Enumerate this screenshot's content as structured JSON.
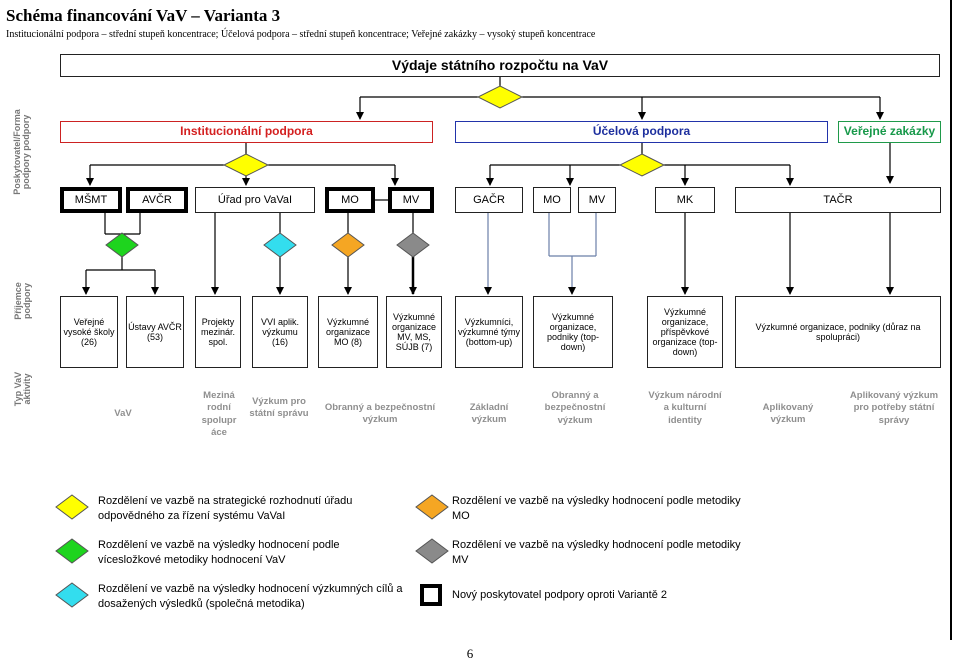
{
  "title": "Schéma financování VaV – Varianta 3",
  "subtitle": "Institucionální podpora – střední stupeň koncentrace; Účelová podpora – střední stupeň koncentrace; Veřejné zakázky – vysoký stupeň koncentrace",
  "colors": {
    "yellow": "#ffff00",
    "green": "#1ed41e",
    "cyan": "#33ddee",
    "orange": "#f5a623",
    "gray": "#8a8a8a",
    "red": "#d42020",
    "blue": "#1d2f9e",
    "teal": "#17994a"
  },
  "side_labels": {
    "row1": "Poskytovatel/Forma podpory podpory",
    "row2": "Příjemce podpory",
    "row3": "Typ VaV aktivity"
  },
  "top_box": "Výdaje státního rozpočtu na VaV",
  "categories": {
    "institutional": "Institucionální podpora",
    "targeted": "Účelová podpora",
    "contracts": "Veřejné zakázky"
  },
  "providers": {
    "msmt": "MŠMT",
    "avcr": "AVČR",
    "urad": "Úřad pro VaVaI",
    "mo1": "MO",
    "mv1": "MV",
    "gacr": "GAČR",
    "mo2": "MO",
    "mv2": "MV",
    "mk": "MK",
    "tacr": "TAČR"
  },
  "recipients": {
    "vs": "Veřejné vysoké školy (26)",
    "ustavy": "Ústavy AVČR (53)",
    "projekty": "Projekty mezinár. spol.",
    "vvi": "VVI aplik. výzkumu (16)",
    "vo_mo": "Výzkumné organizace MO (8)",
    "vo_mv": "Výzkumné organizace MV, MS, SÚJB (7)",
    "tymy": "Výzkumníci, výzkumné týmy (bottom-up)",
    "vo_podniky": "Výzkumné organizace, podniky (top-down)",
    "vo_prisp": "Výzkumné organizace, příspěvkové organizace (top-down)",
    "tacr_rec": "Výzkumné organizace, podniky (důraz na spolupráci)"
  },
  "activities": {
    "vav": "VaV",
    "mezinarodni": "Meziná rodní spolupr áce",
    "vyzkum_statni": "Výzkum pro státní správu",
    "obranny1": "Obranný a bezpečnostní výzkum",
    "zakladni": "Základní výzkum",
    "obranny2": "Obranný a bezpečnostní výzkum",
    "narodni": "Výzkum národní a kulturní identity",
    "aplikovany": "Aplikovaný výzkum",
    "aplikovany_potreby": "Aplikovaný výzkum pro potřeby státní správy"
  },
  "legend": {
    "yellow": "Rozdělení ve vazbě na strategické rozhodnutí úřadu odpovědného za řízení systému VaVaI",
    "green": "Rozdělení ve vazbě na výsledky hodnocení podle vícesložkové metodiky hodnocení VaV",
    "cyan": "Rozdělení ve vazbě na výsledky hodnocení výzkumných cílů a dosažených výsledků (společná metodika)",
    "orange": "Rozdělení ve vazbě na výsledky hodnocení podle metodiky MO",
    "gray": "Rozdělení ve vazbě na výsledky hodnocení podle metodiky MV",
    "square": "Nový poskytovatel podpory oproti Variantě 2"
  },
  "page_number": "6"
}
